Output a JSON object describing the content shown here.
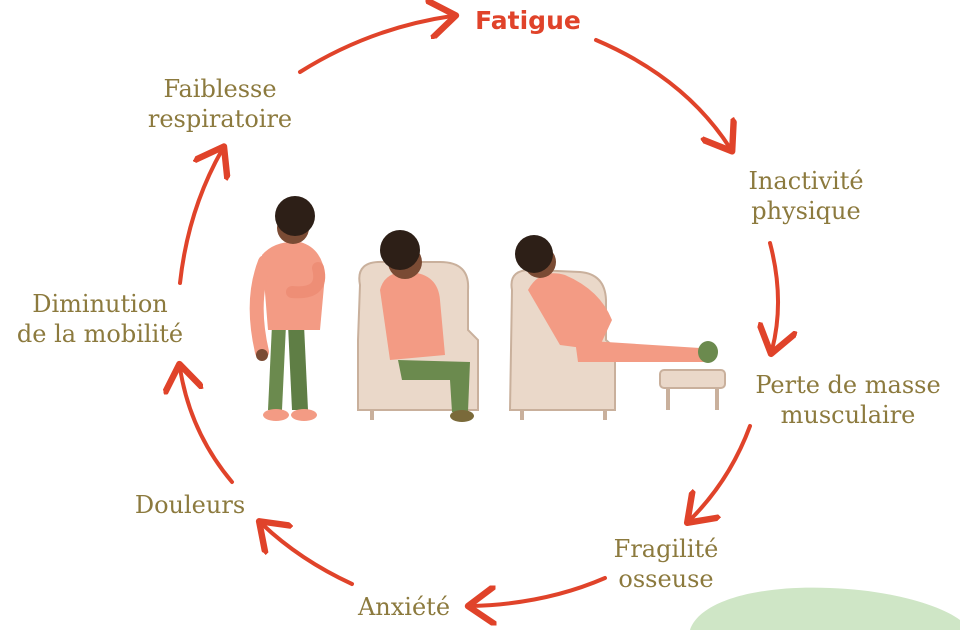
{
  "cycle": {
    "steps": [
      {
        "key": "fatigue",
        "lines": [
          "Fatigue"
        ]
      },
      {
        "key": "inactivity",
        "lines": [
          "Inactivité",
          "physique"
        ]
      },
      {
        "key": "muscle",
        "lines": [
          "Perte de masse",
          "musculaire"
        ]
      },
      {
        "key": "bone",
        "lines": [
          "Fragilité",
          "osseuse"
        ]
      },
      {
        "key": "anxiety",
        "lines": [
          "Anxiété"
        ]
      },
      {
        "key": "pain",
        "lines": [
          "Douleurs"
        ]
      },
      {
        "key": "mobility",
        "lines": [
          "Diminution",
          "de la mobilité"
        ]
      },
      {
        "key": "respiratory",
        "lines": [
          "Faiblesse",
          "respiratoire"
        ]
      }
    ]
  },
  "colors": {
    "arrow": "#e0432a",
    "label": "#8c7a3e",
    "highlight": "#e0432a",
    "skin": "#7a4b34",
    "hair": "#2d1f17",
    "sweater": "#f39b84",
    "pants": "#6b8a4e",
    "chair": "#ead8c9",
    "blob": "#c8e3c0"
  },
  "illustration": {
    "figures": [
      "standing-person",
      "seated-person",
      "reclining-person"
    ],
    "props": [
      "armchair",
      "armchair",
      "footstool"
    ]
  }
}
